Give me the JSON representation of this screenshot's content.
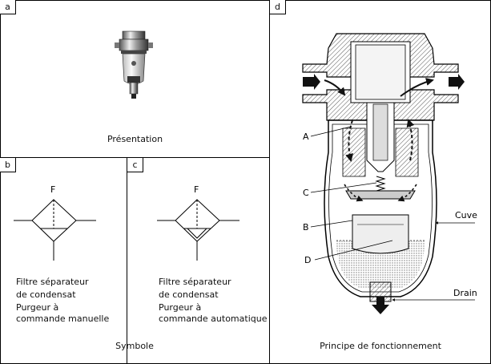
{
  "panels": {
    "a": {
      "tag": "a",
      "caption": "Présentation"
    },
    "b": {
      "tag": "b",
      "symbol_letter": "F",
      "lines": [
        "Filtre séparateur",
        "de condensat",
        "Purgeur à",
        "commande manuelle"
      ]
    },
    "c": {
      "tag": "c",
      "symbol_letter": "F",
      "lines": [
        "Filtre séparateur",
        "de condensat",
        "Purgeur à",
        "commande automatique"
      ]
    },
    "d": {
      "tag": "d",
      "caption": "Principe de fonctionnement",
      "callouts": {
        "A": "A",
        "B": "B",
        "C": "C",
        "D": "D",
        "cuve": "Cuve",
        "drain": "Drain"
      }
    }
  },
  "symbols_caption": "Symbole"
}
